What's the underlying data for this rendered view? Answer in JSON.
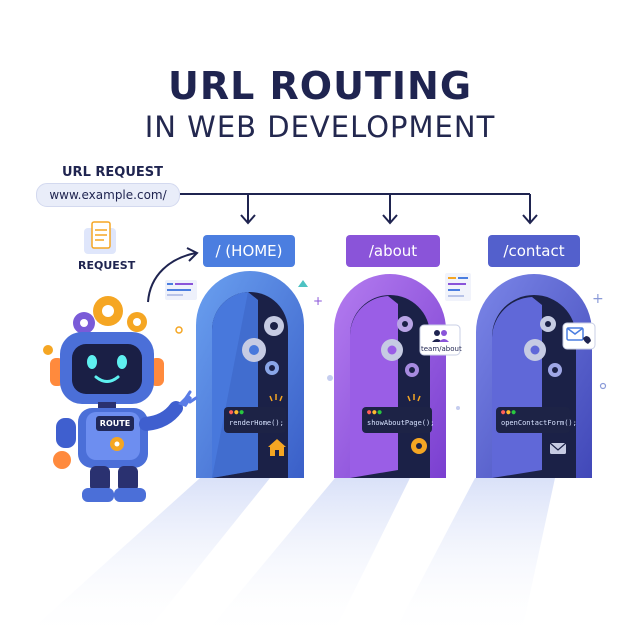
{
  "title": "URL ROUTING",
  "subtitle": "IN WEB DEVELOPMENT",
  "request": {
    "label": "URL REQUEST",
    "url": "www.example.com/",
    "caption": "REQUEST",
    "icon": "document-icon"
  },
  "robot": {
    "badge": "ROUTE"
  },
  "routes": [
    {
      "path": "/ (HOME)",
      "handler": "renderHome();",
      "color": "#4b7ee0",
      "icon": "house-icon"
    },
    {
      "path": "/about",
      "handler": "showAboutPage();",
      "color": "#8a54d9",
      "icon": "team-icon",
      "tag": "team/about"
    },
    {
      "path": "/contact",
      "handler": "openContactForm();",
      "color": "#5360cc",
      "icon": "phone-icon"
    }
  ],
  "colors": {
    "navy": "#1f2450",
    "home": "#4b7ee0",
    "about": "#8a54d9",
    "contact": "#5360cc",
    "accent": "#f5a623"
  }
}
